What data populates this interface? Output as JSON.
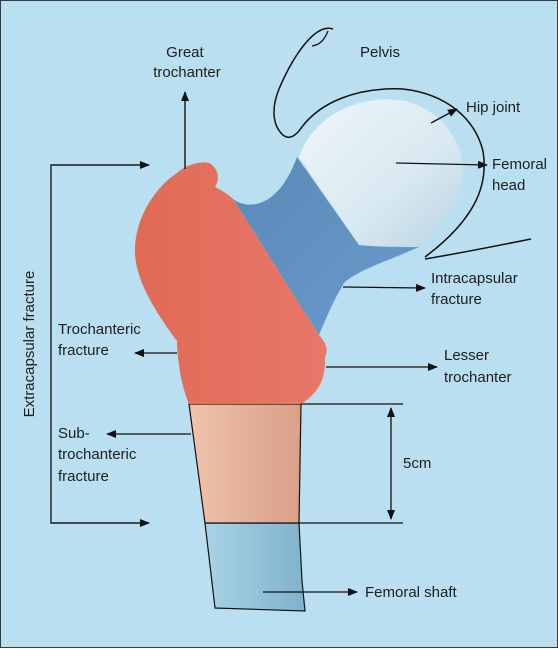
{
  "labels": {
    "great_trochanter": [
      "Great",
      "trochanter"
    ],
    "pelvis": "Pelvis",
    "hip_joint": "Hip joint",
    "femoral_head": [
      "Femoral",
      "head"
    ],
    "intracapsular_fracture": [
      "Intracapsular",
      "fracture"
    ],
    "extracapsular_fracture": "Extracapsular fracture",
    "trochanteric_fracture": [
      "Trochanteric",
      "fracture"
    ],
    "lesser_trochanter": [
      "Lesser",
      "trochanter"
    ],
    "subtrochanteric_fracture": [
      "Sub-",
      "trochanteric",
      "fracture"
    ],
    "measurement": "5cm",
    "femoral_shaft": "Femoral shaft"
  },
  "colors": {
    "background": "#b9dff0",
    "trochanteric_region": "#e2705a",
    "femoral_neck": "#5e8fbf",
    "femoral_head": "#e9f3f8",
    "subtrochanteric_region": "#eab49a",
    "femoral_shaft": "#9ccbe0"
  }
}
